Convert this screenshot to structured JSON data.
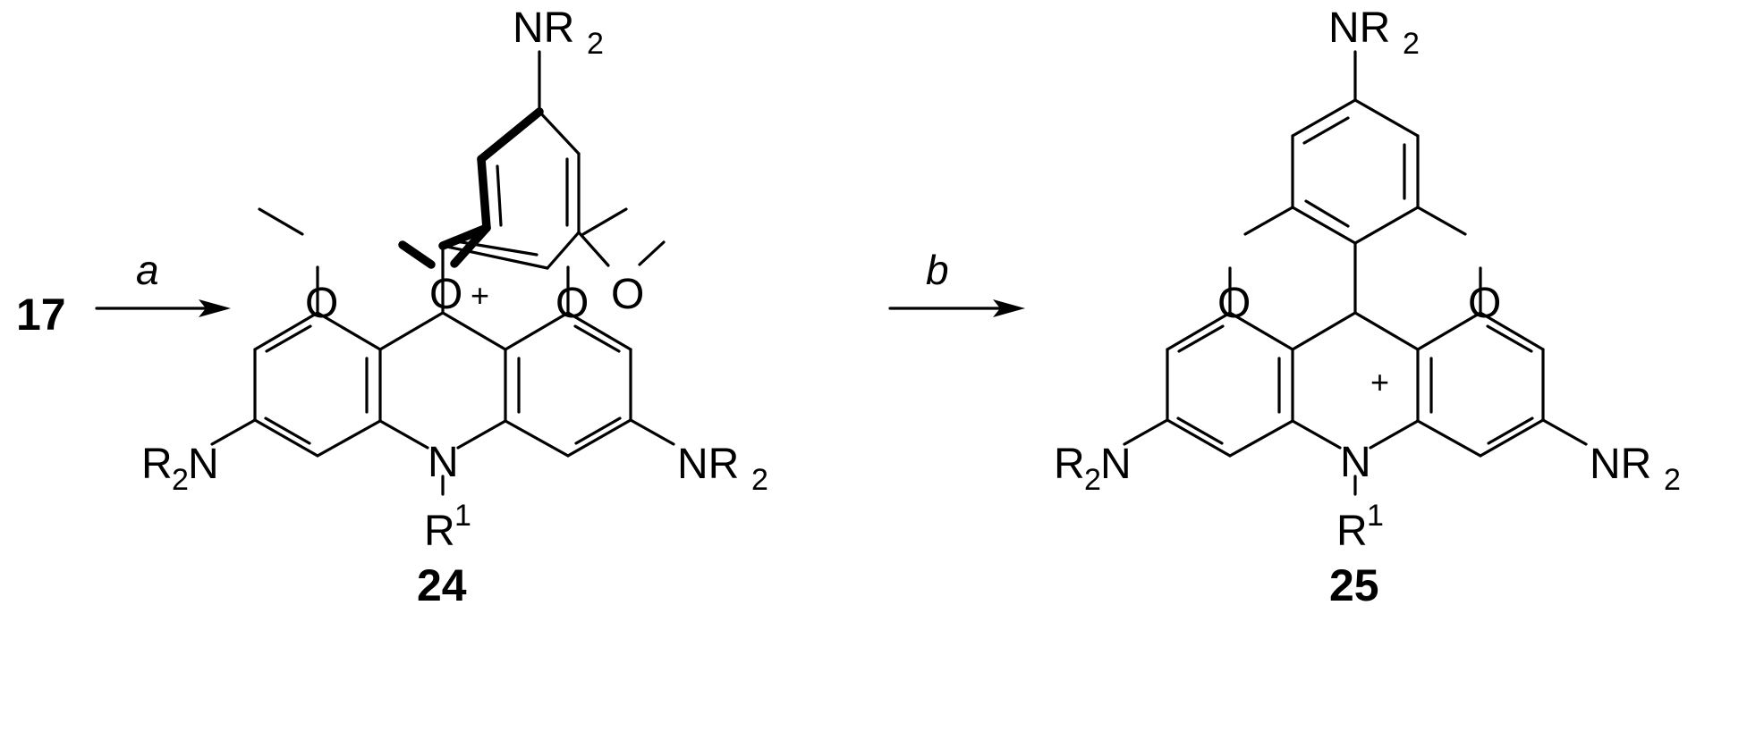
{
  "reactant_label": "17",
  "step_a_label": "a",
  "step_b_label": "b",
  "product1_label": "24",
  "product2_label": "25",
  "charge_symbol": "+",
  "atoms": {
    "oxygen": "O",
    "nitrogen": "N",
    "nr2_main": "NR",
    "r2n_main": "R",
    "r2n_n": "N",
    "r_sub": "2",
    "r1_main": "R",
    "r1_sup": "1"
  }
}
